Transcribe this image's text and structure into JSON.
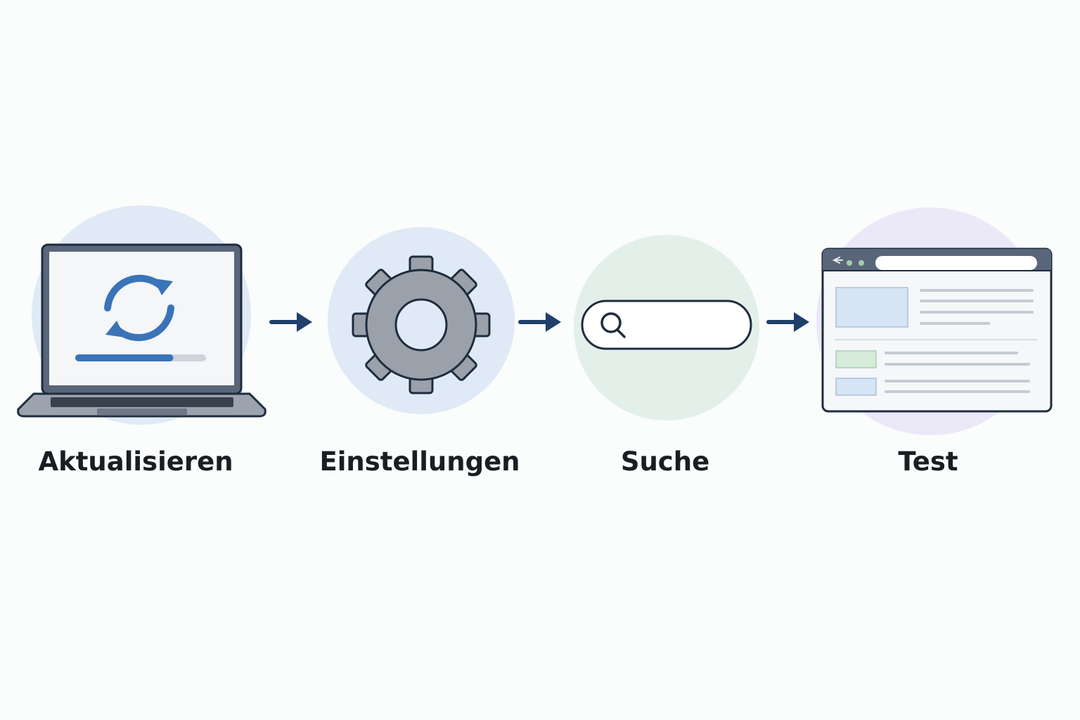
{
  "steps": [
    {
      "label": "Aktualisieren",
      "icon": "laptop-update-icon",
      "progress": 0.75
    },
    {
      "label": "Einstellungen",
      "icon": "gear-icon"
    },
    {
      "label": "Suche",
      "icon": "search-icon"
    },
    {
      "label": "Test",
      "icon": "browser-window-icon"
    }
  ],
  "colors": {
    "background": "#fbfcfc",
    "outline": "#1f2c3e",
    "accent_blue": "#3a74b8",
    "arrow": "#1f3f6c",
    "circle_blue": "#dfeaf6",
    "circle_green": "#e3f0ea",
    "circle_lavender": "#ebe8f8",
    "gear_gray": "#9aa1ab",
    "text": "#1a1d22"
  }
}
